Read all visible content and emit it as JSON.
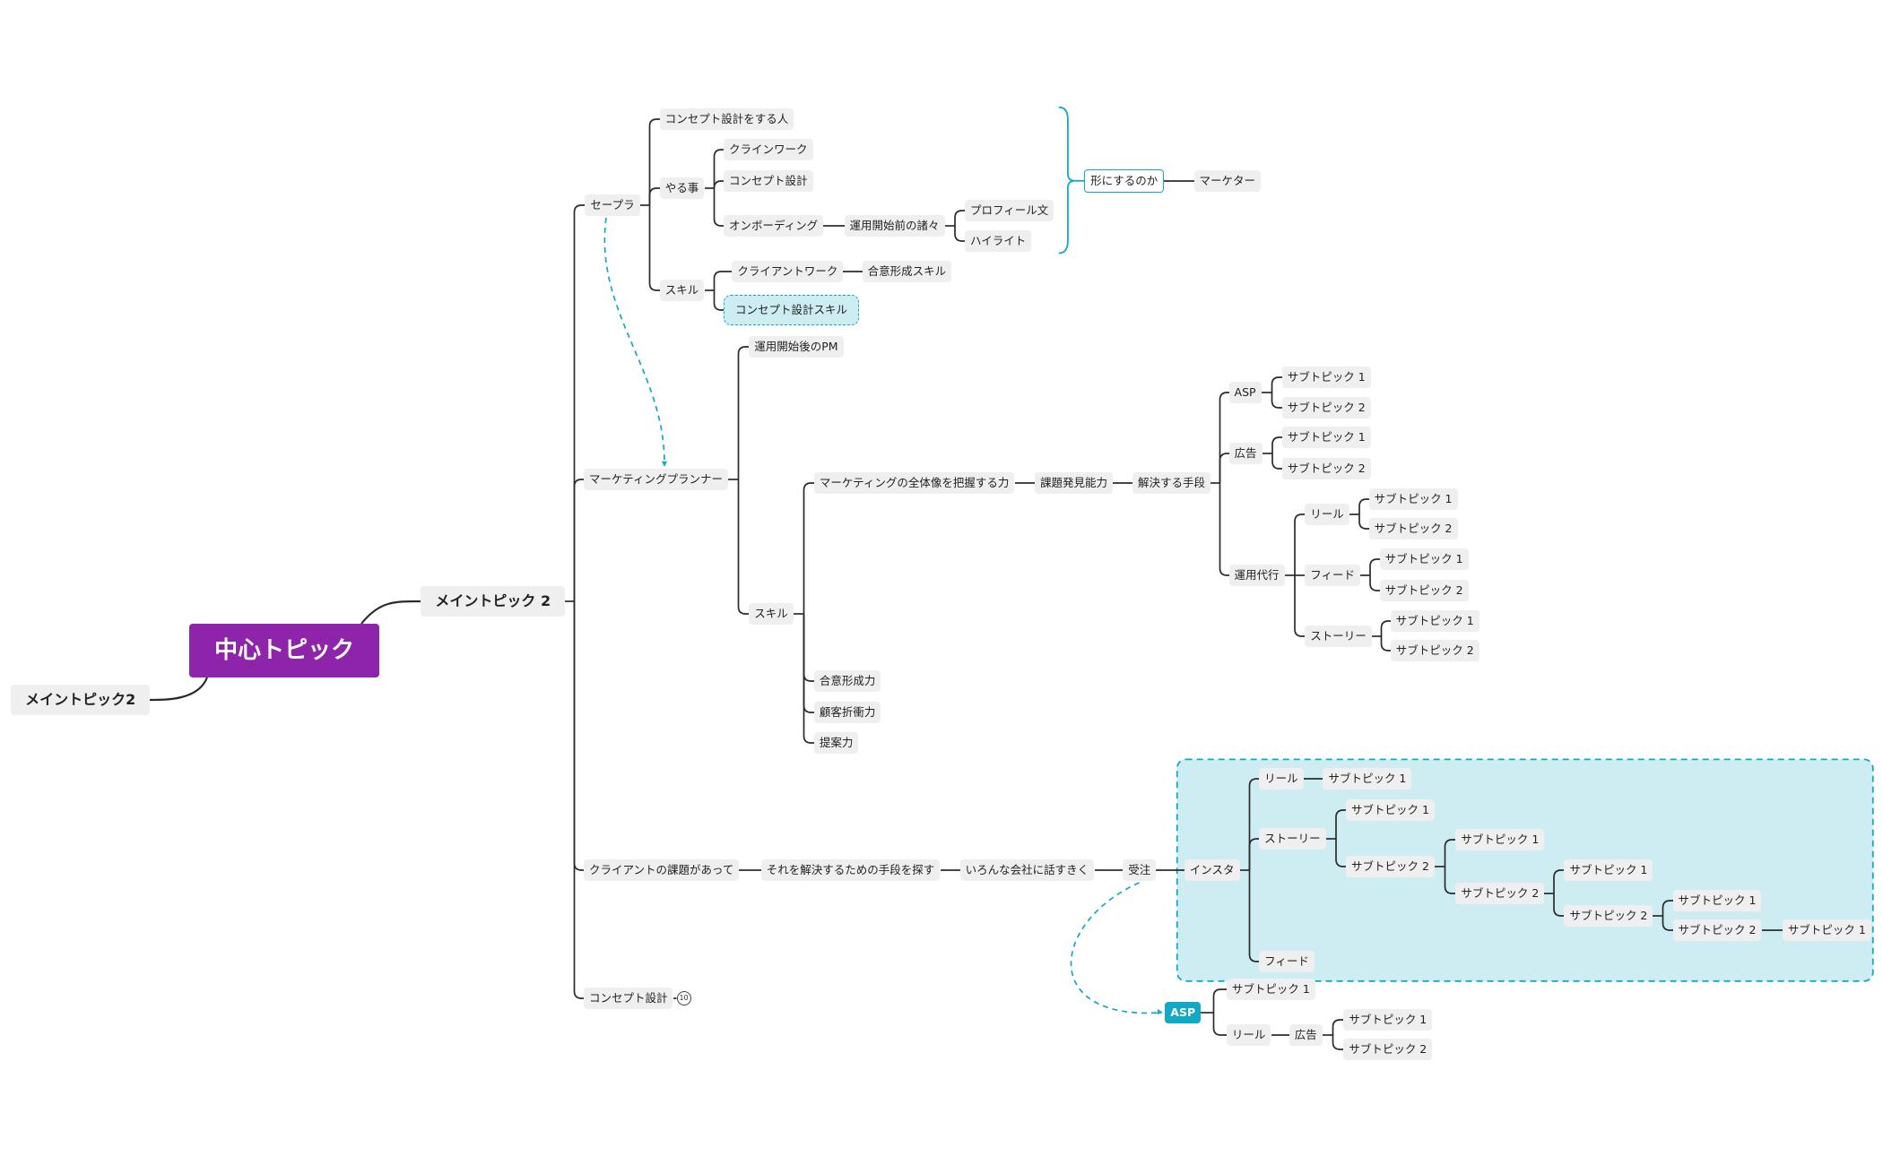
{
  "center": {
    "label": "中心トピック",
    "color": "#8e24aa"
  },
  "accent": "#13a8c4",
  "mains": {
    "left": "メイントピック2",
    "right": "メイントピック 2"
  },
  "nodes": {
    "seputa": "セープラ",
    "concept_person": "コンセプト設計をする人",
    "yaru": "やる事",
    "clinework": "クラインワーク",
    "concept_design": "コンセプト設計",
    "onboarding": "オンボーディング",
    "pre_ops": "運用開始前の諸々",
    "profile": "プロフィール文",
    "highlight": "ハイライト",
    "katachi": "形にするのか",
    "marketer": "マーケター",
    "skill1": "スキル",
    "clientwork": "クライアントワーク",
    "consensus_skill": "合意形成スキル",
    "concept_skill": "コンセプト設計スキル",
    "planner": "マーケティングプランナー",
    "post_ops_pm": "運用開始後のPM",
    "skill2": "スキル",
    "overview": "マーケティングの全体像を把握する力",
    "problem_find": "課題発見能力",
    "solve_means": "解決する手段",
    "asp1": "ASP",
    "koukoku1": "広告",
    "unyou": "運用代行",
    "reel1": "リール",
    "feed1": "フィード",
    "story1": "ストーリー",
    "consensus_power": "合意形成力",
    "negotiation": "顧客折衝力",
    "proposal": "提案力",
    "client_issue": "クライアントの課題があって",
    "find_means": "それを解決するための手段を探す",
    "ask_companies": "いろんな会社に話すきく",
    "juchu": "受注",
    "insta": "インスタ",
    "reel2": "リール",
    "story2": "ストーリー",
    "feed2": "フィード",
    "asp2": "ASP",
    "reel3": "リール",
    "koukoku2": "広告",
    "concept_final": "コンセプト設計",
    "badge": "10",
    "sub1": "サブトピック 1",
    "sub2": "サブトピック 2"
  }
}
